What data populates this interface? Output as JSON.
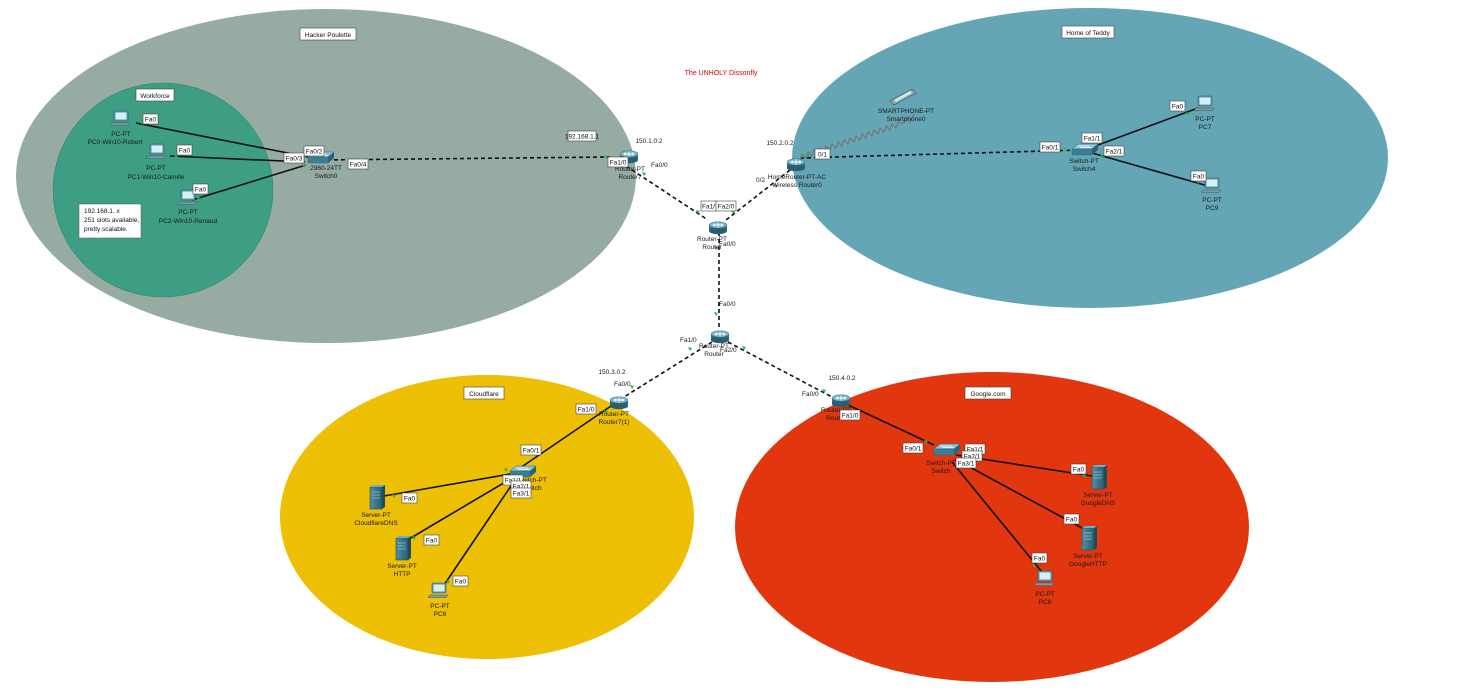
{
  "diagram_title": "The UNHOLY Dissonfly",
  "zones": [
    {
      "id": "hacker",
      "label": "Hacker Poulette",
      "color": "#96aba1"
    },
    {
      "id": "workforce",
      "label": "Workforce",
      "color": "#3d9e83"
    },
    {
      "id": "teddy",
      "label": "Home of Teddy",
      "color": "#64a6b6"
    },
    {
      "id": "cloudflare",
      "label": "Cloudflare",
      "color": "#edbf05"
    },
    {
      "id": "google",
      "label": "Google.com",
      "color": "#e2360f"
    }
  ],
  "note": {
    "line1": "192.168.1. x",
    "line2": "251 slots available,",
    "line3": "pretty scalable."
  },
  "devices": {
    "pc0": {
      "type": "PC-PT",
      "name": "PC0-Win10-Robert"
    },
    "pc1": {
      "type": "PC-PT",
      "name": "PC1-Win10-Camille"
    },
    "pc2": {
      "type": "PC-PT",
      "name": "PC2-Win10-Renaud"
    },
    "switch0": {
      "type": "2960-24TT",
      "name": "Switch0"
    },
    "router7": {
      "type": "Router-PT",
      "name": "Router7",
      "ip": "150.1.0.2",
      "lan_ip": "192.168.1.1"
    },
    "core_top": {
      "type": "Router-PT",
      "name": "Router"
    },
    "core_bottom": {
      "type": "Router-PT",
      "name": "Router"
    },
    "smartphone": {
      "type": "SMARTPHONE-PT",
      "name": "Smartphone0"
    },
    "wrouter": {
      "type": "HomeRouter-PT-AC",
      "name": "Wireless Router0",
      "ip": "150.2.0.2"
    },
    "switch4": {
      "type": "Switch-PT",
      "name": "Switch4"
    },
    "pc7": {
      "type": "PC-PT",
      "name": "PC7"
    },
    "pc9": {
      "type": "PC-PT",
      "name": "PC9"
    },
    "router7_1": {
      "type": "Router-PT",
      "name": "Router7(1)",
      "ip": "150.3.0.2"
    },
    "cf_switch": {
      "type": "Switch-PT",
      "name": "Switch"
    },
    "cf_dns": {
      "type": "Server-PT",
      "name": "CloudflareDNS"
    },
    "cf_http": {
      "type": "Server-PT",
      "name": "HTTP"
    },
    "pc6": {
      "type": "PC-PT",
      "name": "PC6"
    },
    "g_router": {
      "type": "Router-PT",
      "name": "Router",
      "ip": "150.4.0.2"
    },
    "g_switch": {
      "type": "Switch-PT",
      "name": "Switch"
    },
    "g_dns": {
      "type": "Server-PT",
      "name": "GoogleDNS"
    },
    "g_http": {
      "type": "Server-PT",
      "name": "GoogleHTTP"
    },
    "pc8": {
      "type": "PC-PT",
      "name": "PC8"
    }
  },
  "ports": {
    "pc0_fa0": "Fa0",
    "pc1_fa0": "Fa0",
    "pc2_fa0": "Fa0",
    "sw0_fa02": "Fa0/2",
    "sw0_fa03": "Fa0/3",
    "sw0_fa04": "Fa0/4",
    "r7_fa10": "Fa1/0",
    "r7_fa00": "Fa0/0",
    "core_fa1": "Fa1/",
    "core_fa20": "Fa2/0",
    "core_fa00": "Fa0/0",
    "coreb_fa00": "Fa0/0",
    "coreb_fa10": "Fa1/0",
    "coreb_fa20": "Fa2/0",
    "wr_01": "0/1",
    "wr_02": "0/2",
    "sw4_fa01": "Fa0/1",
    "sw4_fa11": "Fa1/1",
    "sw4_fa21": "Fa2/1",
    "pc7_fa0": "Fa0",
    "pc9_fa0": "Fa0",
    "r71_fa00": "Fa0/0",
    "r71_fa10": "Fa1/0",
    "cfsw_fa01": "Fa0/1",
    "cfsw_fa11": "Fa1/1",
    "cfsw_fa21": "Fa2/1",
    "cfsw_fa31": "Fa3/1",
    "cfdns_fa0": "Fa0",
    "cfhttp_fa0": "Fa0",
    "pc6_fa0": "Fa0",
    "gr_fa00": "Fa0/0",
    "gr_fa10": "Fa1/0",
    "gsw_fa01": "Fa0/1",
    "gsw_fa11": "Fa1/1",
    "gsw_fa21": "Fa2/1",
    "gsw_fa31": "Fa3/1",
    "gdns_fa0": "Fa0",
    "ghttp_fa0": "Fa0",
    "pc8_fa0": "Fa0"
  }
}
